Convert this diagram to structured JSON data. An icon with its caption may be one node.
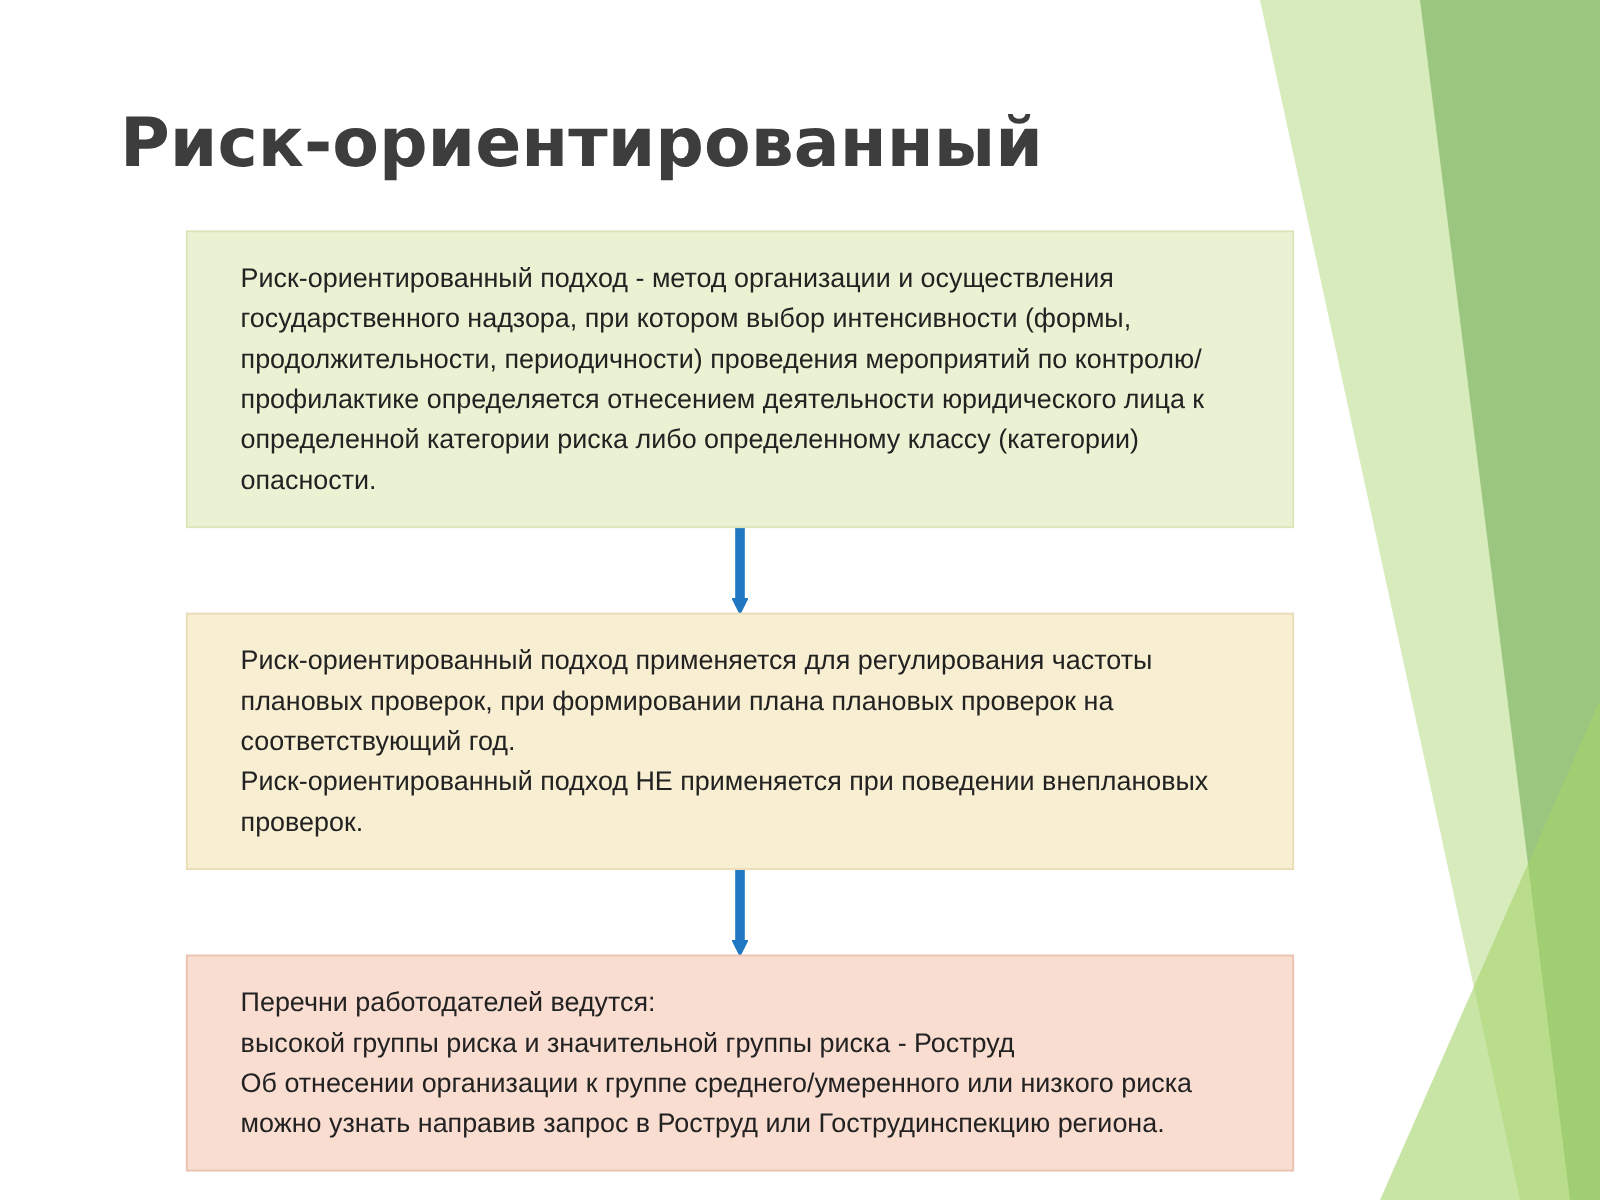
{
  "diagram": {
    "title": "Риск-ориентированный",
    "nodes": [
      {
        "text": [
          "Риск-ориентированный подход - метод организации и осуществления государственного надзора, при котором выбор интенсивности (формы, продолжительности, периодичности) проведения мероприятий по контролю/ профилактике определяется отнесением деятельности юридического лица к определенной категории риска либо определенному классу (категории) опасности."
        ]
      },
      {
        "text": [
          "Риск-ориентированный подход применяется для регулирования частоты плановых проверок, при формировании плана плановых проверок на соответствующий год.",
          "Риск-ориентированный подход НЕ применяется при поведении внеплановых проверок."
        ]
      },
      {
        "text": [
          "Перечни работодателей ведутся:",
          "высокой группы риска и значительной группы риска - Роструд",
          "Об отнесении организации к группе среднего/умеренного или низкого риска можно узнать направив запрос в Роструд или Гострудинспекцию региона."
        ]
      }
    ],
    "edges": [
      {
        "from": 0,
        "to": 1,
        "arrow": "to"
      },
      {
        "from": 1,
        "to": 2,
        "arrow": "to"
      }
    ]
  }
}
